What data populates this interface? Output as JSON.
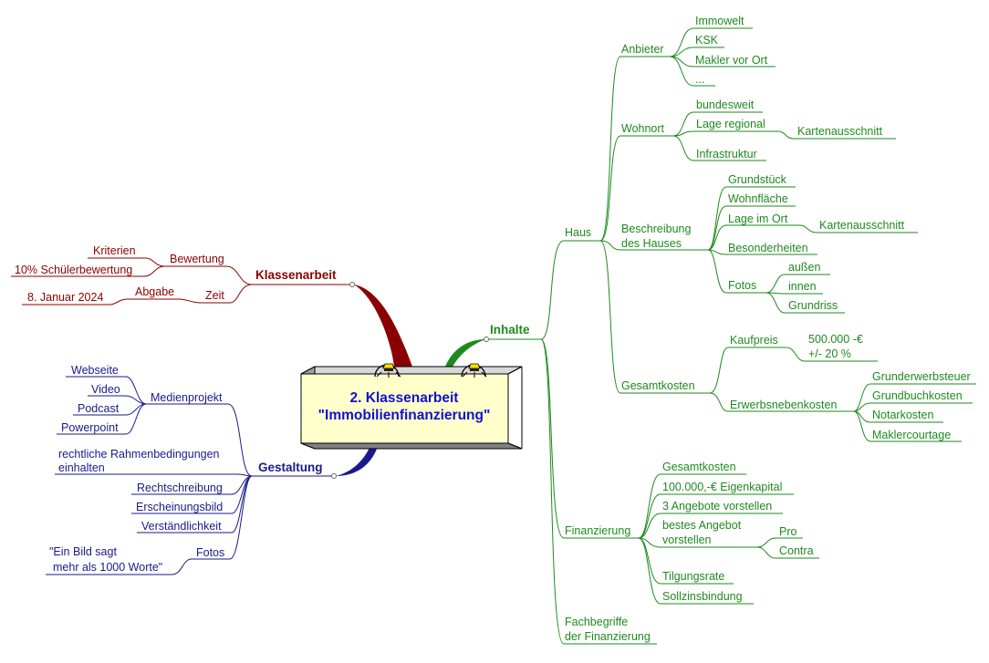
{
  "center": {
    "line1": "2. Klassenarbeit",
    "line2": "\"Immobilienfinanzierung\""
  },
  "colors": {
    "inhalte": "#1e8a1e",
    "klassenarbeit": "#8b0000",
    "gestaltung": "#1a1a8c",
    "center_fill": "#ffffcc",
    "center_side": "#b0b0b0"
  },
  "klassenarbeit": {
    "label": "Klassenarbeit",
    "bewertung": "Bewertung",
    "kriterien": "Kriterien",
    "schuelerbewertung": "10% Schülerbewertung",
    "zeit": "Zeit",
    "abgabe": "Abgabe",
    "datum": "8. Januar 2024"
  },
  "gestaltung": {
    "label": "Gestaltung",
    "medienprojekt": "Medienprojekt",
    "webseite": "Webseite",
    "video": "Video",
    "podcast": "Podcast",
    "powerpoint": "Powerpoint",
    "rahmen1": "rechtliche Rahmenbedingungen",
    "rahmen2": "einhalten",
    "rechtschreibung": "Rechtschreibung",
    "erscheinungsbild": "Erscheinungsbild",
    "verstaendlichkeit": "Verständlichkeit",
    "fotos": "Fotos",
    "zitat1": "\"Ein Bild sagt",
    "zitat2": "mehr als 1000 Worte\""
  },
  "inhalte": {
    "label": "Inhalte",
    "haus": "Haus",
    "anbieter": "Anbieter",
    "immowelt": "Immowelt",
    "ksk": "KSK",
    "makler_vor_ort": "Makler vor Ort",
    "ellipsis": "...",
    "wohnort": "Wohnort",
    "bundesweit": "bundesweit",
    "lage_regional": "Lage regional",
    "kartenausschnitt1": "Kartenausschnitt",
    "infrastruktur": "Infrastruktur",
    "beschreibung1": "Beschreibung",
    "beschreibung2": "des Hauses",
    "grundstueck": "Grundstück",
    "wohnflaeche": "Wohnfläche",
    "lage_im_ort": "Lage im Ort",
    "kartenausschnitt2": "Kartenausschnitt",
    "besonderheiten": "Besonderheiten",
    "fotos": "Fotos",
    "aussen": "außen",
    "innen": "innen",
    "grundriss": "Grundriss",
    "gesamtkosten": "Gesamtkosten",
    "kaufpreis": "Kaufpreis",
    "preis1": "500.000 -€",
    "preis2": "+/- 20 %",
    "erwerbsnebenkosten": "Erwerbsnebenkosten",
    "grunderwerbsteuer": "Grunderwerbsteuer",
    "grundbuchkosten": "Grundbuchkosten",
    "notarkosten": "Notarkosten",
    "maklercourtage": "Maklercourtage",
    "finanzierung": "Finanzierung",
    "fin_gesamtkosten": "Gesamtkosten",
    "eigenkapital": "100.000,-€ Eigenkapital",
    "angebote": "3 Angebote vorstellen",
    "bestes1": "bestes Angebot",
    "bestes2": "vorstellen",
    "pro": "Pro",
    "contra": "Contra",
    "tilgungsrate": "Tilgungsrate",
    "sollzinsbindung": "Sollzinsbindung",
    "fachbegriffe1": "Fachbegriffe",
    "fachbegriffe2": "der Finanzierung"
  }
}
